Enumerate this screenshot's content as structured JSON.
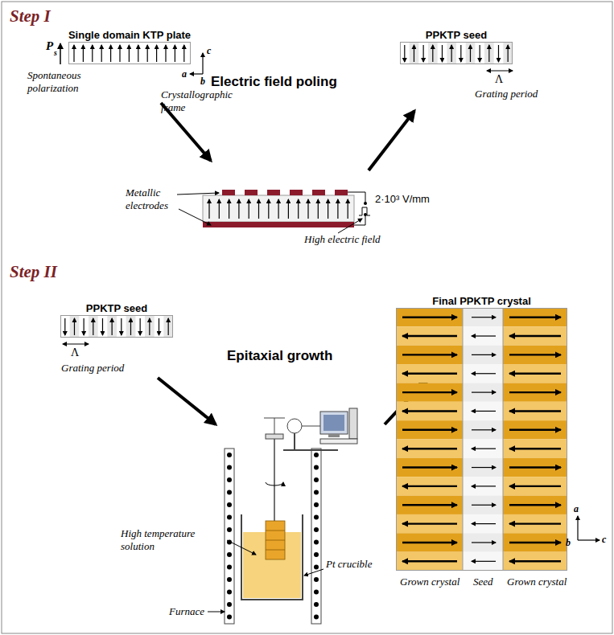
{
  "diagram": {
    "nodes": [
      {
        "text": [
          "Single domain KTP plate"
        ]
      },
      {
        "text": [
          "PPKTP seed"
        ]
      },
      {
        "text": [
          "PPKTP seed"
        ]
      },
      {
        "text": [
          "Final PPKTP crystal"
        ]
      }
    ],
    "labels": [
      "Step I",
      "P",
      "s",
      "Spontaneous polarization",
      "c",
      "a",
      "b",
      "Crystallographic frame",
      "Electric field poling",
      "Λ",
      "Grating period",
      "Metallic electrodes",
      "2·10³ V/mm",
      "High electric field",
      "Step II",
      "Λ",
      "Grating period",
      "Epitaxial growth",
      "High temperature solution",
      "Pt crucible",
      "Furnace",
      "Grown crystal",
      "Seed",
      "Grown crystal",
      "a",
      "b",
      "c"
    ]
  }
}
